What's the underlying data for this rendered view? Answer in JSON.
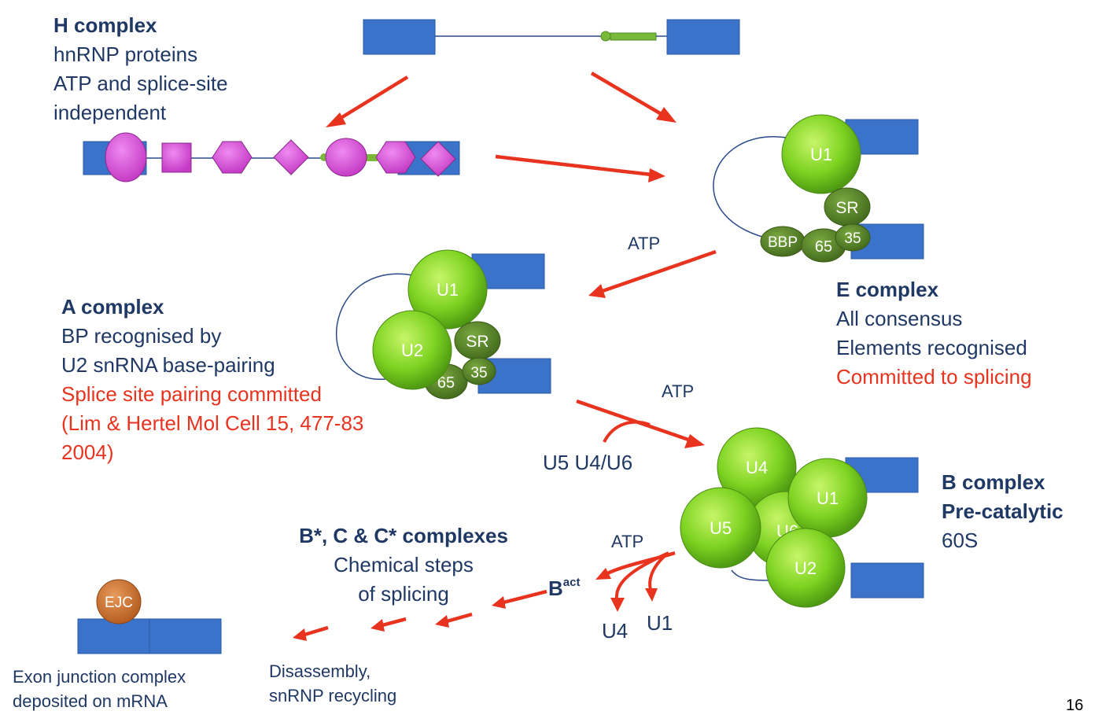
{
  "colors": {
    "exon_blue": "#3a73c9",
    "hnrnp_magenta": "#d84fd8",
    "snrnp_green": "#7ed321",
    "small_protein_green": "#5b8a2a",
    "arrow_red": "#e8331f",
    "text_navy": "#1f3864",
    "text_red": "#e8331f",
    "ejc_orange": "#c8702e"
  },
  "h_complex": {
    "title": "H complex",
    "lines": [
      "hnRNP proteins",
      "ATP and splice-site",
      "independent"
    ]
  },
  "e_complex": {
    "title": "E complex",
    "lines": [
      "All consensus",
      "Elements recognised"
    ],
    "committed": "Committed to splicing"
  },
  "a_complex": {
    "title": "A complex",
    "lines": [
      "BP recognised by",
      "U2 snRNA base-pairing"
    ],
    "red_lines": [
      "Splice site pairing committed",
      "(Lim & Hertel Mol Cell 15, 477-83",
      "2004)"
    ]
  },
  "b_complex": {
    "title_lines": [
      "B complex",
      "Pre-catalytic"
    ],
    "size": "60S"
  },
  "catalytic": {
    "title": "B*, C &  C* complexes",
    "lines": [
      "Chemical steps",
      "of splicing"
    ]
  },
  "labels": {
    "atp_1": "ATP",
    "atp_2": "ATP",
    "atp_3": "ATP",
    "u5_u4u6": "U5 U4/U6",
    "bact_main": "B",
    "bact_sup": "act",
    "u4_release": "U4",
    "u1_release": "U1",
    "disassembly_lines": [
      "Disassembly,",
      "snRNP recycling"
    ],
    "ejc_caption_lines": [
      "Exon junction complex",
      "deposited on mRNA"
    ],
    "page_number": "16"
  },
  "particles": {
    "u1": "U1",
    "u2": "U2",
    "u4": "U4",
    "u5": "U5",
    "u6": "U6",
    "sr": "SR",
    "bbp": "BBP",
    "u2af65": "65",
    "u2af35": "35",
    "ejc": "EJC"
  }
}
